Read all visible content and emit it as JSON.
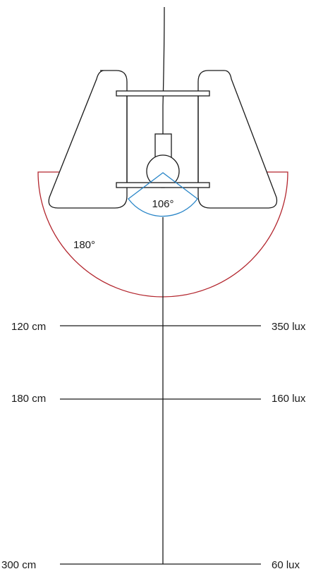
{
  "angles": {
    "inner_label": "106°",
    "outer_label": "180°",
    "inner_color": "#2a86c8",
    "outer_color": "#b3262e"
  },
  "distances": [
    {
      "distance": "120 cm",
      "illuminance": "350 lux"
    },
    {
      "distance": "180 cm",
      "illuminance": "160 lux"
    },
    {
      "distance": "300 cm",
      "illuminance": "60 lux"
    }
  ],
  "colors": {
    "line": "#1a1a1a",
    "background": "#ffffff"
  }
}
